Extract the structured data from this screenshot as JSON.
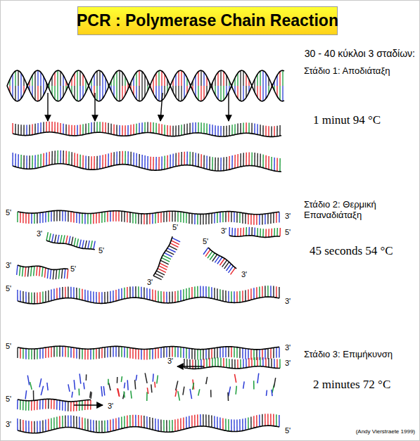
{
  "diagram": {
    "title": "PCR : Polymerase Chain Reaction",
    "labels": [
      "30 - 40 κύκλοι 3 σταδίων:",
      "Στάδιο 1: Αποδιάταξη",
      "1 minut 94 °C",
      "Στάδιο 2: Θερμική Επαναδιάταξη",
      "45 seconds 54 °C",
      "Στάδιο 3: Επιμήκυνση",
      "2 minutes 72 °C",
      "5'",
      "3'",
      "3'",
      "5'",
      "3'",
      "5'",
      "5'",
      "3'",
      "3'",
      "5'",
      "5'",
      "3'",
      "5'",
      "3'",
      "5'",
      "3'",
      "3'",
      "3'",
      "5'",
      "3'",
      "3'",
      "5'",
      "(Andy Vierstraete 1999)"
    ]
  }
}
